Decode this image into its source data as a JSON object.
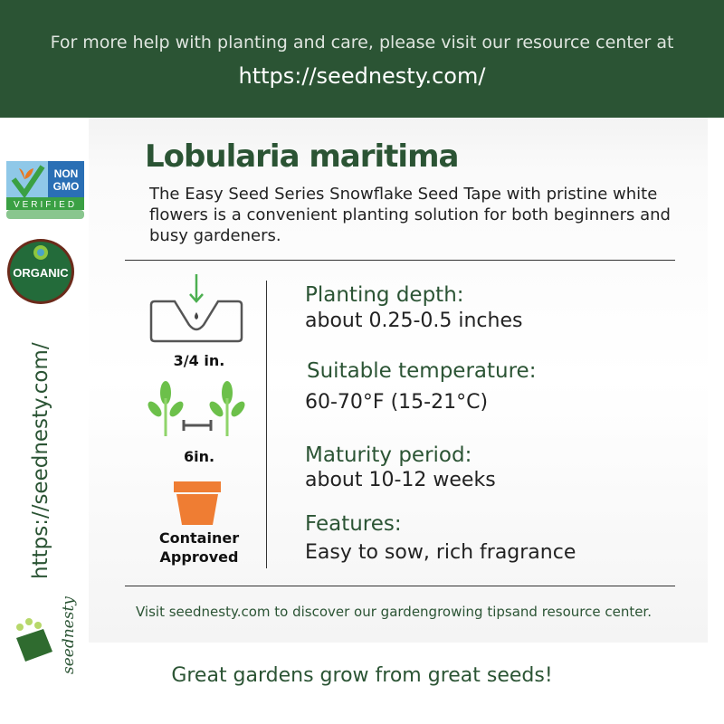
{
  "header": {
    "line1": "For more help with planting and care, please visit our resource center at",
    "line2": "https://seednesty.com/"
  },
  "badges": {
    "non_gmo": "NON GMO VERIFIED",
    "organic": "ORGANIC"
  },
  "side_url": "https://seednesty.com/",
  "brand": "seednesty",
  "product": {
    "title": "Lobularia maritima",
    "description": "The Easy Seed Series Snowflake Seed Tape with pristine white flowers is a convenient planting solution for both beginners and busy gardeners."
  },
  "icons": [
    {
      "icon": "planting-depth-icon",
      "label": "3/4 in."
    },
    {
      "icon": "spacing-icon",
      "label": "6in."
    },
    {
      "icon": "pot-icon",
      "label": "Container Approved"
    }
  ],
  "specs": [
    {
      "heading": "Planting depth:",
      "value": "about 0.25-0.5 inches"
    },
    {
      "heading": "Suitable temperature:",
      "value": "60-70°F (15-21°C)"
    },
    {
      "heading": "Maturity period:",
      "value": "about 10-12 weeks"
    },
    {
      "heading": "Features:",
      "value": "Easy to sow, rich fragrance"
    }
  ],
  "footer_note": "Visit seednesty.com to discover our gardengrowing tipsand resource center.",
  "tagline": "Great gardens grow from great seeds!"
}
